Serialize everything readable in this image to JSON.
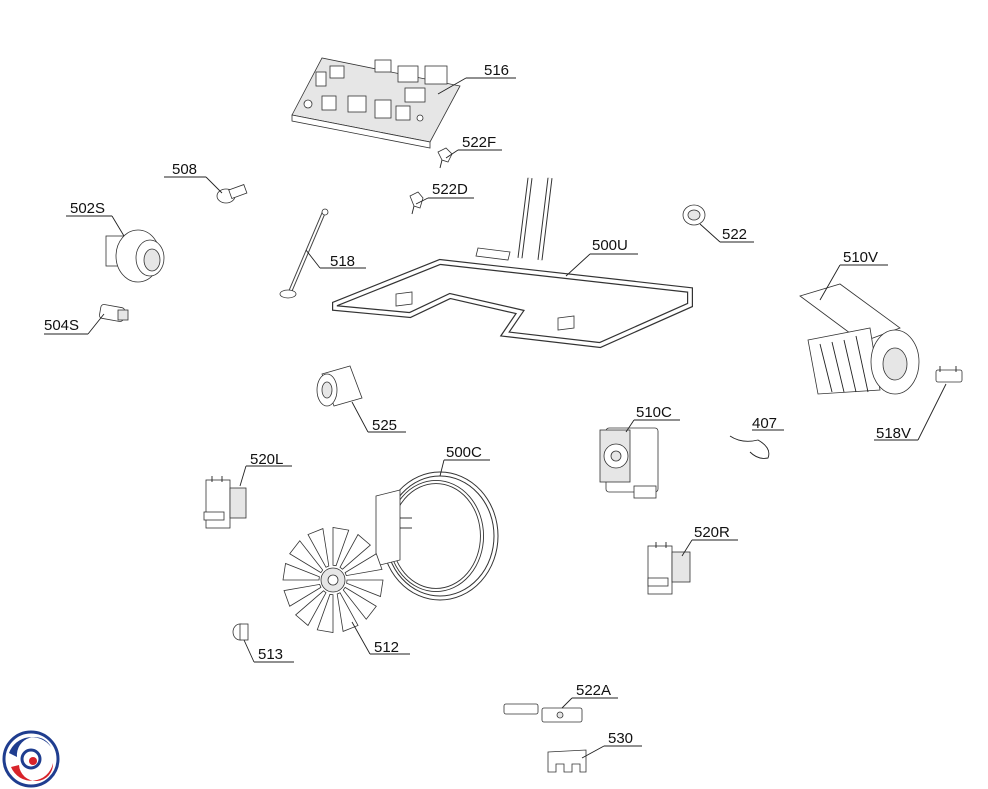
{
  "parts": [
    {
      "ref": "516"
    },
    {
      "ref": "522F"
    },
    {
      "ref": "508"
    },
    {
      "ref": "522D"
    },
    {
      "ref": "502S"
    },
    {
      "ref": "522"
    },
    {
      "ref": "500U"
    },
    {
      "ref": "518"
    },
    {
      "ref": "510V"
    },
    {
      "ref": "504S"
    },
    {
      "ref": "525"
    },
    {
      "ref": "510C"
    },
    {
      "ref": "407"
    },
    {
      "ref": "518V"
    },
    {
      "ref": "500C"
    },
    {
      "ref": "520L"
    },
    {
      "ref": "520R"
    },
    {
      "ref": "512"
    },
    {
      "ref": "513"
    },
    {
      "ref": "522A"
    },
    {
      "ref": "530"
    }
  ],
  "logo": {
    "colors": {
      "blue": "#1f3d8f",
      "red": "#d8232a"
    }
  }
}
